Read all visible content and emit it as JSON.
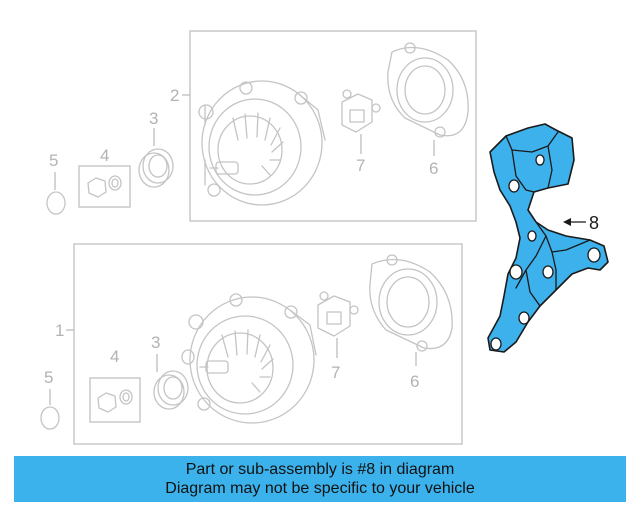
{
  "callouts": {
    "c1": "1",
    "c2": "2",
    "c3_top": "3",
    "c3_bottom": "3",
    "c4_top": "4",
    "c4_bottom": "4",
    "c5_top": "5",
    "c5_bottom": "5",
    "c6_top": "6",
    "c6_bottom": "6",
    "c7_top": "7",
    "c7_bottom": "7",
    "c8": "8"
  },
  "banner": {
    "line1": "Part or sub-assembly is #8 in diagram",
    "line2": "Diagram may not be specific to your vehicle"
  },
  "colors": {
    "highlight": "#3cb2ec",
    "ghost": "#c4c4c4"
  }
}
